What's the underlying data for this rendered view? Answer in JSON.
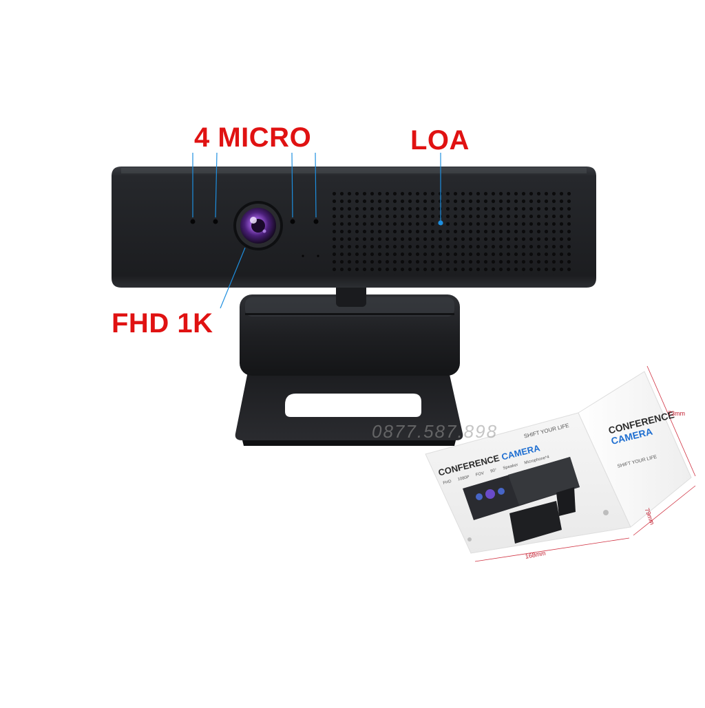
{
  "callouts": {
    "micro": "4 MICRO",
    "speaker": "LOA",
    "camera": "FHD 1K"
  },
  "box": {
    "front_title_main": "CONFERENCE",
    "front_title_accent": "CAMERA",
    "front_slogan": "SHIFT YOUR LIFE",
    "front_specs": "FHD 1080P  FOV 90°  Speaker  Microphone*4",
    "side_title_main": "CONFERENCE",
    "side_title_accent": "CAMERA",
    "side_slogan": "SHIFT YOUR LIFE",
    "dim_height": "73mm",
    "dim_depth": "79mm",
    "dim_width": "168mm"
  },
  "watermark": "0877.587.898",
  "colors": {
    "callout_red": "#e01212",
    "callout_line": "#1e8fe0",
    "box_accent_blue": "#1f6fd1",
    "dimension_red": "#c0182a"
  }
}
